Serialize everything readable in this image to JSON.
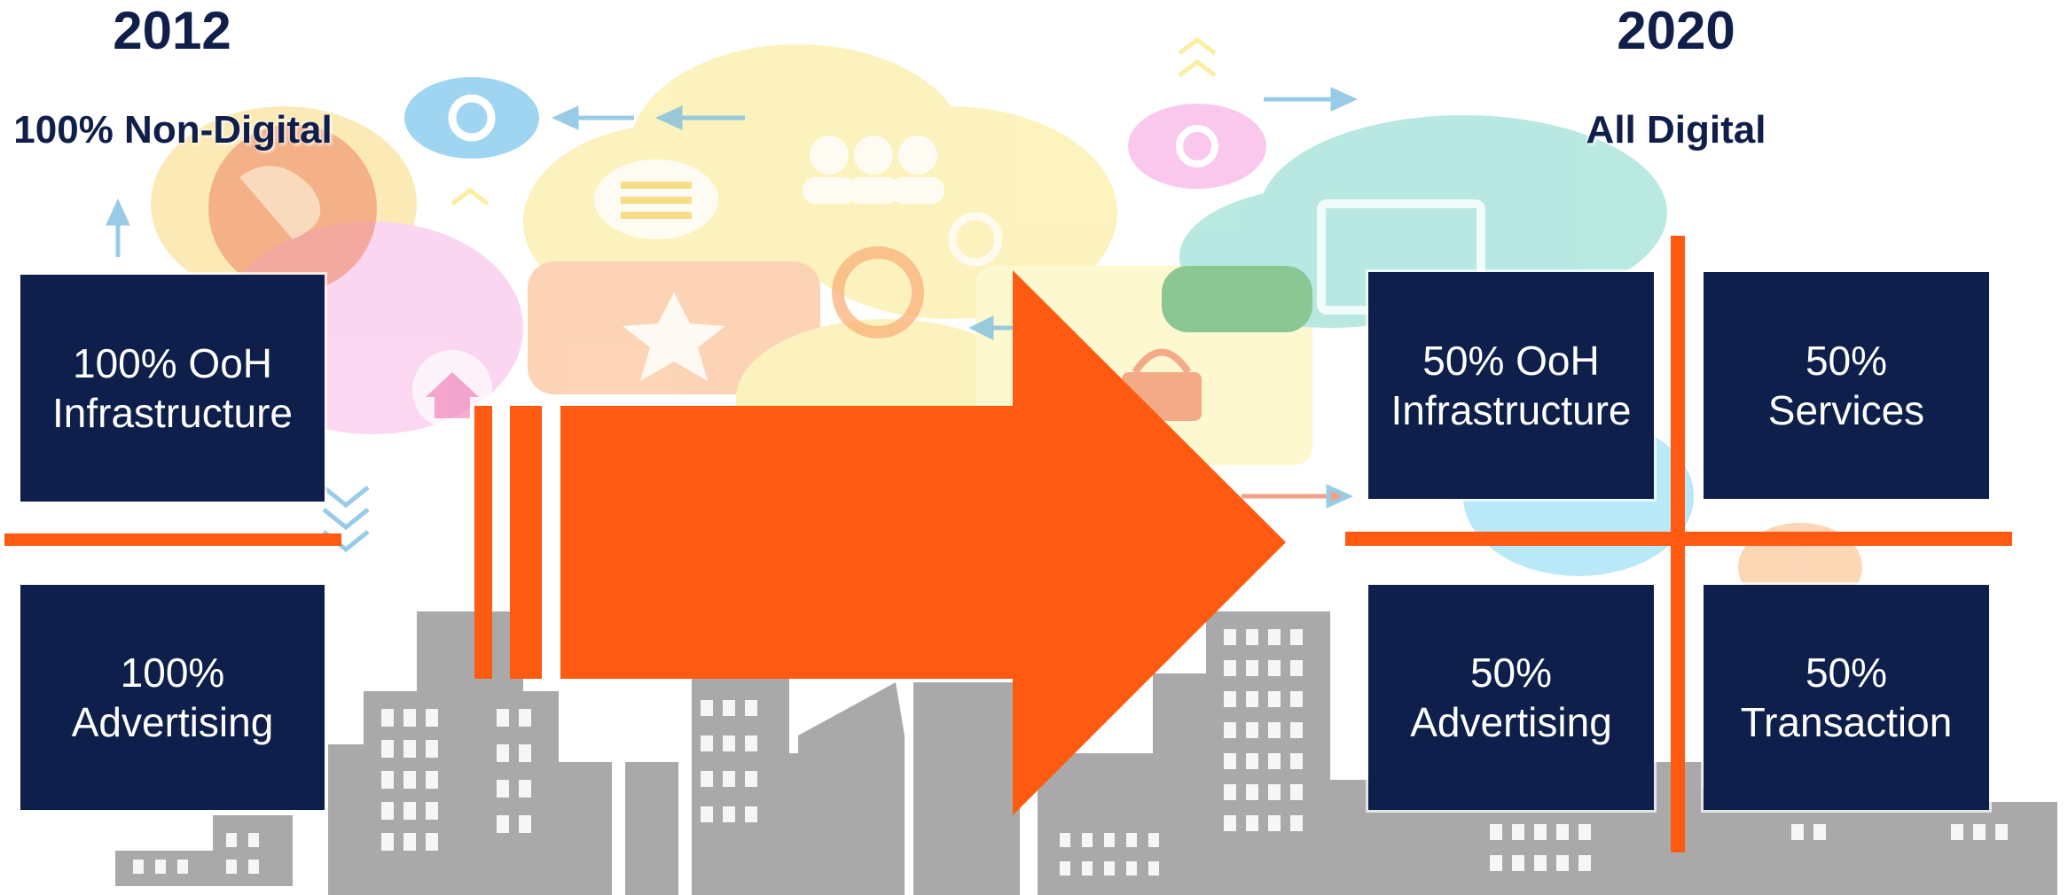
{
  "left": {
    "year": "2012",
    "subtitle": "100% Non-Digital",
    "boxes": {
      "top": "100% OoH\nInfrastructure",
      "bottom": "100%\nAdvertising"
    }
  },
  "right": {
    "year": "2020",
    "subtitle": "All Digital",
    "boxes": {
      "top_left": "50% OoH\nInfrastructure",
      "top_right": "50%\nServices",
      "bottom_left": "50%\nAdvertising",
      "bottom_right": "50%\nTransaction"
    }
  },
  "colors": {
    "box": "#0d1f4a",
    "accent": "#ff5a12",
    "heading": "#0f1f4a"
  },
  "icons": [
    "cloud-icon",
    "globe-icon",
    "gear-icon",
    "chat-icon",
    "people-icon",
    "star-icon",
    "house-icon",
    "basket-icon",
    "tablet-icon",
    "cityscape-icon"
  ]
}
